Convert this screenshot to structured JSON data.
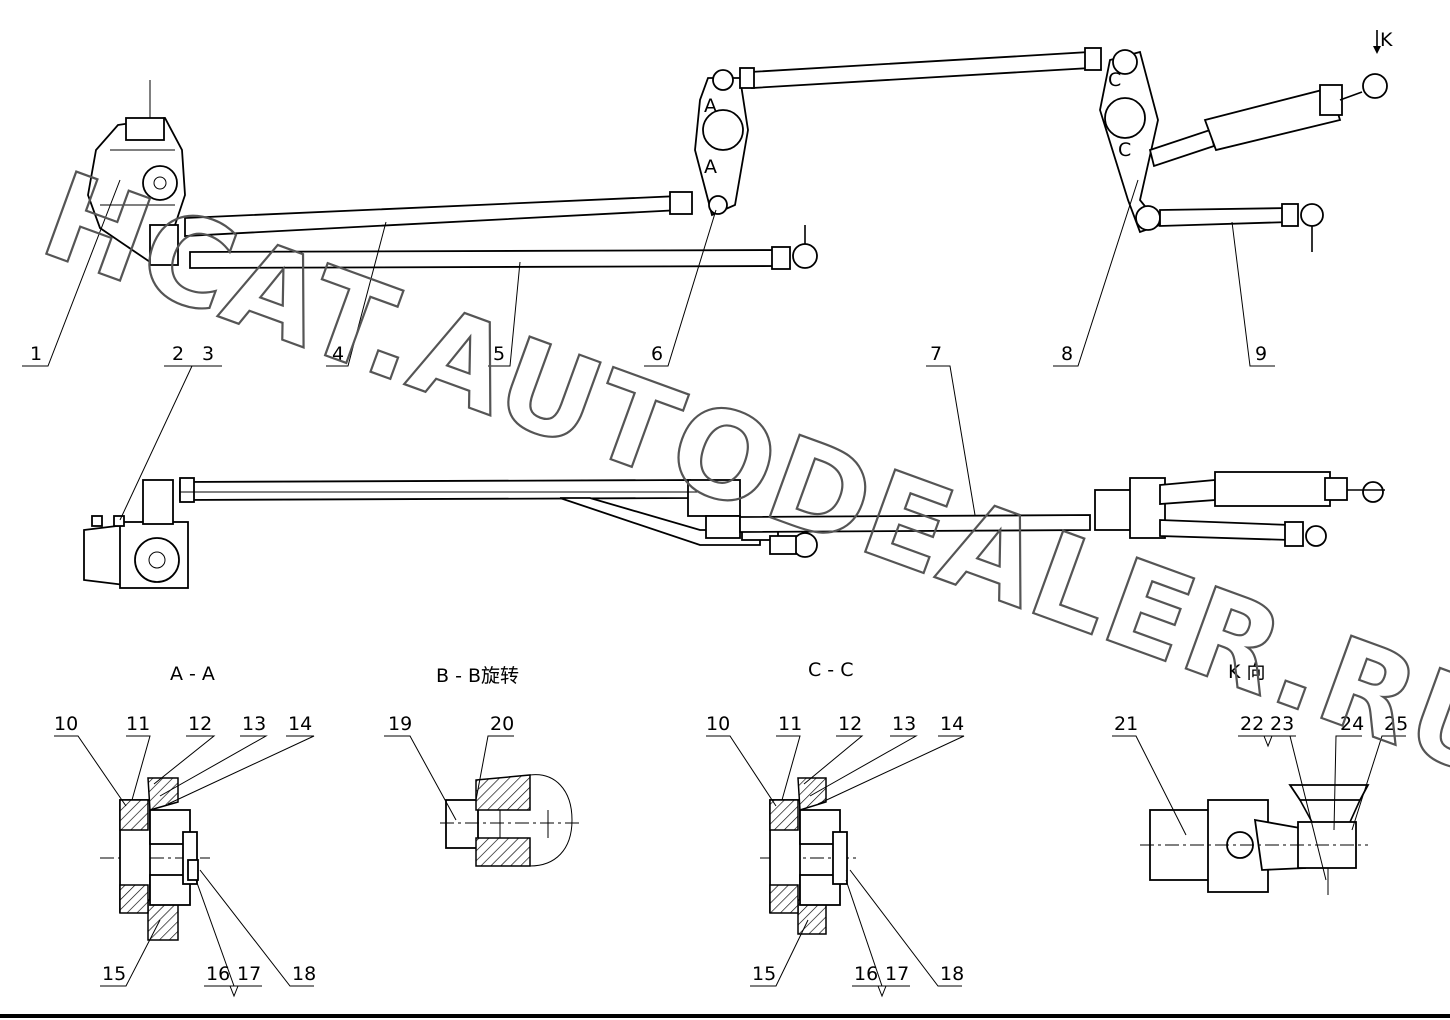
{
  "watermark": "HCAT.AUTODEALER.RU",
  "view_labels": {
    "aa": "A - A",
    "bb": "B - B旋转",
    "cc": "C - C",
    "k": "K 向",
    "k_arrow": "K",
    "a_mark": "A",
    "c_mark": "C"
  },
  "callouts": {
    "c1": "1",
    "c2": "2",
    "c3": "3",
    "c4": "4",
    "c5": "5",
    "c6": "6",
    "c7": "7",
    "c8": "8",
    "c9": "9",
    "aa10": "10",
    "aa11": "11",
    "aa12": "12",
    "aa13": "13",
    "aa14": "14",
    "aa15": "15",
    "aa16": "16",
    "aa17": "17",
    "aa18": "18",
    "c19": "19",
    "c20": "20",
    "cc10": "10",
    "cc11": "11",
    "cc12": "12",
    "cc13": "13",
    "cc14": "14",
    "cc15": "15",
    "cc16": "16",
    "cc17": "17",
    "cc18": "18",
    "c21": "21",
    "c22": "22",
    "c23": "23",
    "c24": "24",
    "c25": "25"
  }
}
